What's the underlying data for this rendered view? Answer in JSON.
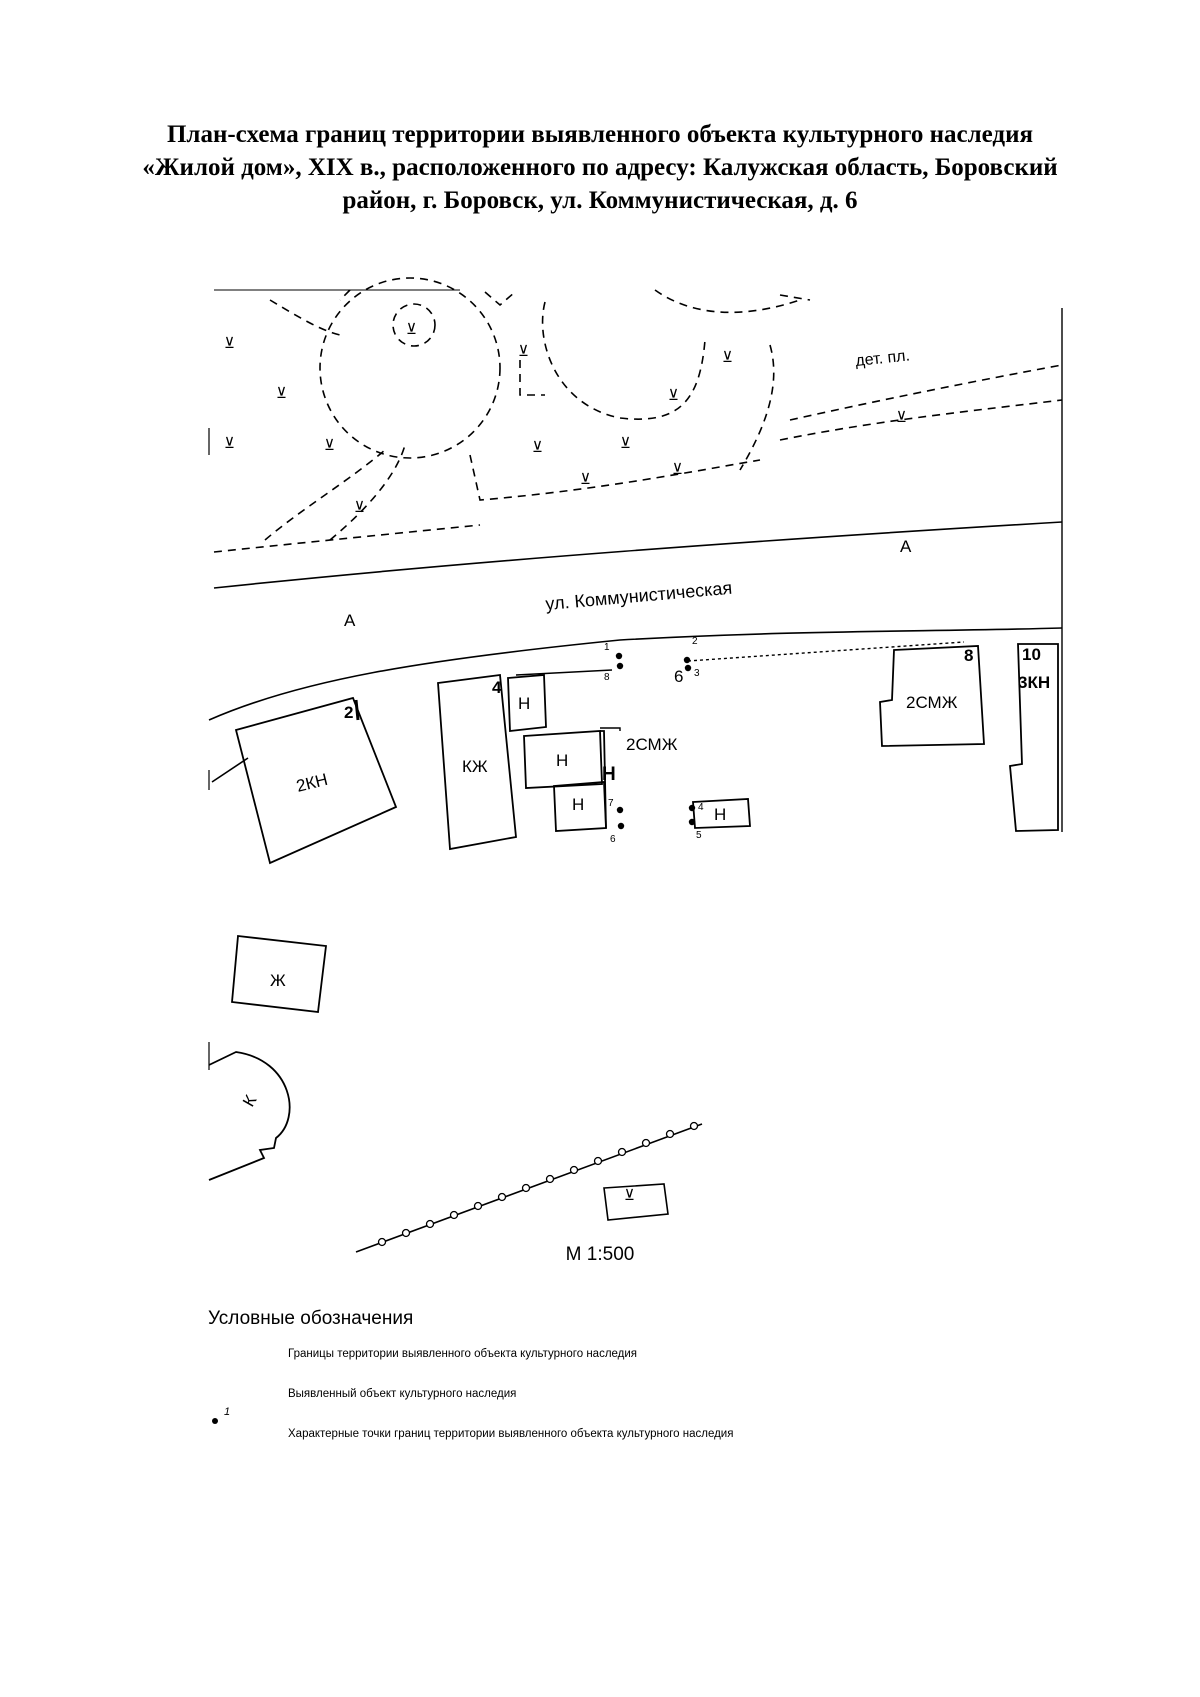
{
  "title": {
    "line1": "План-схема границ территории выявленного объекта культурного наследия",
    "line2": "«Жилой дом», XIX в., расположенного по адресу: Калужская область, Боровский",
    "line3": "район, г. Боровск, ул. Коммунистическая, д. 6"
  },
  "map": {
    "street_label": "ул. Коммунистическая",
    "road_mark_left": "А",
    "road_mark_right": "А",
    "playground_label": "дет. пл.",
    "tree_symbol": "⊻",
    "house_number_main": "6",
    "buildings": [
      {
        "id": "2kn-left",
        "label": "2КН"
      },
      {
        "id": "kzh",
        "label": "КЖ"
      },
      {
        "id": "n-small-top",
        "label": "Н"
      },
      {
        "id": "n-mid",
        "label": "Н"
      },
      {
        "id": "n-mid-right",
        "label": "Н"
      },
      {
        "id": "n-low",
        "label": "Н"
      },
      {
        "id": "n-right",
        "label": "Н"
      },
      {
        "id": "2smzh-mid",
        "label": "2СМЖ"
      },
      {
        "id": "2smzh-right",
        "label": "2СМЖ"
      },
      {
        "id": "3kn",
        "label": "3КН"
      },
      {
        "id": "zh",
        "label": "Ж"
      },
      {
        "id": "k",
        "label": "К"
      }
    ],
    "house_numbers": {
      "n2": "2",
      "n4": "4",
      "n8": "8",
      "n10": "10"
    },
    "points": [
      {
        "id": "p1",
        "label": "1"
      },
      {
        "id": "p8",
        "label": "8"
      },
      {
        "id": "p2",
        "label": "2"
      },
      {
        "id": "p3",
        "label": "3"
      },
      {
        "id": "p4",
        "label": "4"
      },
      {
        "id": "p5",
        "label": "5"
      },
      {
        "id": "p6",
        "label": "6"
      },
      {
        "id": "p7",
        "label": "7"
      }
    ]
  },
  "scale": "М 1:500",
  "legend": {
    "title": "Условные обозначения",
    "items": [
      "Границы территории выявленного объекта культурного наследия",
      "Выявленный объект культурного наследия",
      "Характерные точки границ территории выявленного объекта культурного наследия"
    ],
    "point_sample": "1"
  }
}
